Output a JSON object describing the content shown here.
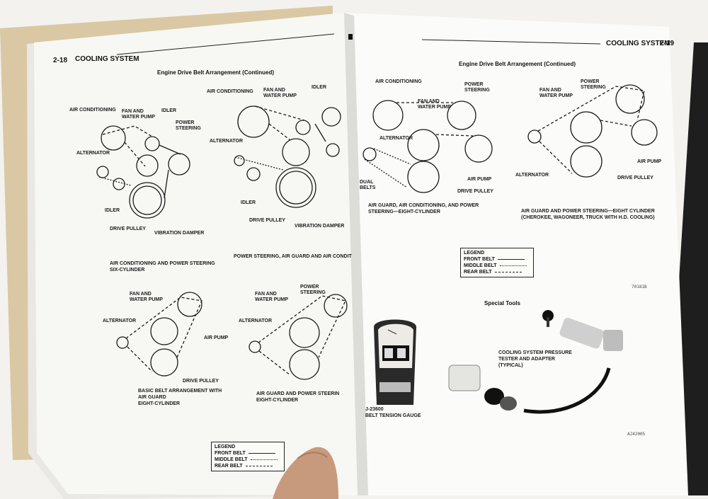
{
  "left_page": {
    "page_number": "2-18",
    "section_title": "COOLING SYSTEM",
    "title": "Engine Drive Belt Arrangement (Continued)",
    "diagram1": {
      "labels": [
        "AIR CONDITIONING",
        "FAN AND\nWATER PUMP",
        "IDLER",
        "POWER\nSTEERING",
        "ALTERNATOR",
        "IDLER",
        "DRIVE PULLEY",
        "VIBRATION DAMPER"
      ],
      "caption": "AIR CONDITIONING AND POWER STEERING\nSIX-CYLINDER"
    },
    "diagram2": {
      "labels": [
        "AIR CONDITIONING",
        "FAN AND\nWATER PUMP",
        "IDLER",
        "ALTERNATOR",
        "IDLER",
        "DRIVE PULLEY",
        "VIBRATION DAMPER"
      ],
      "caption": "POWER STEERING, AIR GUARD AND AIR CONDIT"
    },
    "diagram3": {
      "labels": [
        "FAN AND\nWATER PUMP",
        "ALTERNATOR",
        "AIR PUMP",
        "DRIVE PULLEY"
      ],
      "caption": "BASIC BELT ARRANGEMENT WITH\nAIR GUARD\nEIGHT-CYLINDER"
    },
    "diagram4": {
      "labels": [
        "POWER\nSTEERING",
        "FAN AND\nWATER PUMP",
        "ALTERNATOR"
      ],
      "caption": "AIR GUARD AND POWER STEERIN\nEIGHT-CYLINDER"
    },
    "legend": {
      "title": "LEGEND",
      "rows": [
        "FRONT BELT",
        "MIDDLE BELT",
        "REAR BELT"
      ]
    }
  },
  "right_page": {
    "page_number": "2-19",
    "section_title": "COOLING SYSTEM",
    "title": "Engine Drive Belt Arrangement (Continued)",
    "diagram5": {
      "labels": [
        "AIR CONDITIONING",
        "FAN AND\nWATER PUMP",
        "POWER\nSTEERING",
        "ALTERNATOR",
        "DUAL\nBELTS",
        "AIR PUMP",
        "DRIVE PULLEY"
      ],
      "caption": "AIR GUARD, AIR CONDITIONING, AND POWER\nSTEERING—EIGHT-CYLINDER"
    },
    "diagram6": {
      "labels": [
        "FAN AND\nWATER PUMP",
        "POWER\nSTEERING",
        "AIR PUMP",
        "ALTERNATOR",
        "DRIVE PULLEY"
      ],
      "caption": "AIR GUARD AND POWER STEERING—EIGHT CYLINDER\n(CHEROKEE, WAGONEER, TRUCK WITH H.D. COOLING)"
    },
    "legend": {
      "title": "LEGEND",
      "rows": [
        "FRONT BELT",
        "MIDDLE BELT",
        "REAR BELT"
      ]
    },
    "figure_code_1": "70181B",
    "special_tools_title": "Special Tools",
    "tool1_caption": "J-23600\nBELT TENSION GAUGE",
    "tool2_caption": "COOLING SYSTEM PRESSURE\nTESTER AND ADAPTER\n(TYPICAL)",
    "figure_code_2": "AJ42005"
  }
}
